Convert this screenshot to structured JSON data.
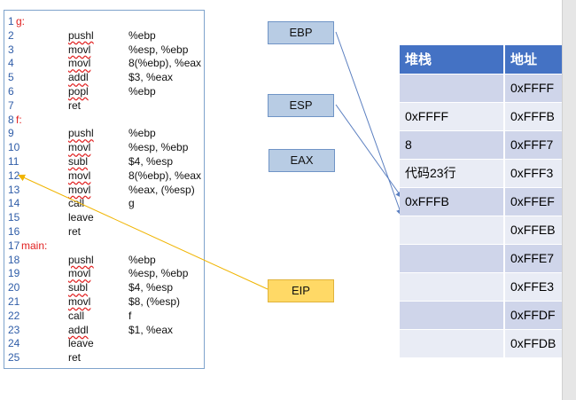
{
  "code_lines": [
    {
      "num": "1",
      "label": "g:",
      "op": "",
      "arg": ""
    },
    {
      "num": "2",
      "label": "",
      "op": "pushl",
      "arg": "%ebp"
    },
    {
      "num": "3",
      "label": "",
      "op": "movl",
      "arg": "%esp, %ebp"
    },
    {
      "num": "4",
      "label": "",
      "op": "movl",
      "arg": "8(%ebp), %eax"
    },
    {
      "num": "5",
      "label": "",
      "op": "addl",
      "arg": "$3, %eax"
    },
    {
      "num": "6",
      "label": "",
      "op": "popl",
      "arg": "%ebp"
    },
    {
      "num": "7",
      "label": "",
      "op": "ret",
      "arg": ""
    },
    {
      "num": "8",
      "label": "f:",
      "op": "",
      "arg": ""
    },
    {
      "num": "9",
      "label": "",
      "op": "pushl",
      "arg": "%ebp"
    },
    {
      "num": "10",
      "label": "",
      "op": "movl",
      "arg": "%esp, %ebp"
    },
    {
      "num": "11",
      "label": "",
      "op": "subl",
      "arg": "$4, %esp"
    },
    {
      "num": "12",
      "label": "",
      "op": "movl",
      "arg": "8(%ebp), %eax"
    },
    {
      "num": "13",
      "label": "",
      "op": "movl",
      "arg": "%eax, (%esp)"
    },
    {
      "num": "14",
      "label": "",
      "op": "call",
      "arg": "g"
    },
    {
      "num": "15",
      "label": "",
      "op": "leave",
      "arg": ""
    },
    {
      "num": "16",
      "label": "",
      "op": "ret",
      "arg": ""
    },
    {
      "num": "17",
      "label": "main:",
      "op": "",
      "arg": ""
    },
    {
      "num": "18",
      "label": "",
      "op": "pushl",
      "arg": "%ebp"
    },
    {
      "num": "19",
      "label": "",
      "op": "movl",
      "arg": "%esp, %ebp"
    },
    {
      "num": "20",
      "label": "",
      "op": "subl",
      "arg": "$4, %esp"
    },
    {
      "num": "21",
      "label": "",
      "op": "movl",
      "arg": "$8, (%esp)"
    },
    {
      "num": "22",
      "label": "",
      "op": "call",
      "arg": "f"
    },
    {
      "num": "23",
      "label": "",
      "op": "addl",
      "arg": "$1, %eax"
    },
    {
      "num": "24",
      "label": "",
      "op": "leave",
      "arg": ""
    },
    {
      "num": "25",
      "label": "",
      "op": "ret",
      "arg": ""
    }
  ],
  "registers": {
    "ebp": "EBP",
    "esp": "ESP",
    "eax": "EAX",
    "eip": "EIP"
  },
  "stack_table": {
    "headers": [
      "堆栈",
      "地址"
    ],
    "rows": [
      {
        "value": "",
        "address": "0xFFFF"
      },
      {
        "value": "0xFFFF",
        "address": "0xFFFB"
      },
      {
        "value": "8",
        "address": "0xFFF7"
      },
      {
        "value": "代码23行",
        "address": "0xFFF3"
      },
      {
        "value": "0xFFFB",
        "address": "0xFFEF"
      },
      {
        "value": "",
        "address": "0xFFEB"
      },
      {
        "value": "",
        "address": "0xFFE7"
      },
      {
        "value": "",
        "address": "0xFFE3"
      },
      {
        "value": "",
        "address": "0xFFDF"
      },
      {
        "value": "",
        "address": "0xFFDB"
      }
    ]
  },
  "colors": {
    "register_fill": "#b8cce4",
    "eip_fill": "#ffd966",
    "table_header": "#4472c4",
    "row_dark": "#cfd5ea",
    "row_light": "#e9ecf5",
    "label_red": "#e02020",
    "line_number_blue": "#2f5da8"
  }
}
